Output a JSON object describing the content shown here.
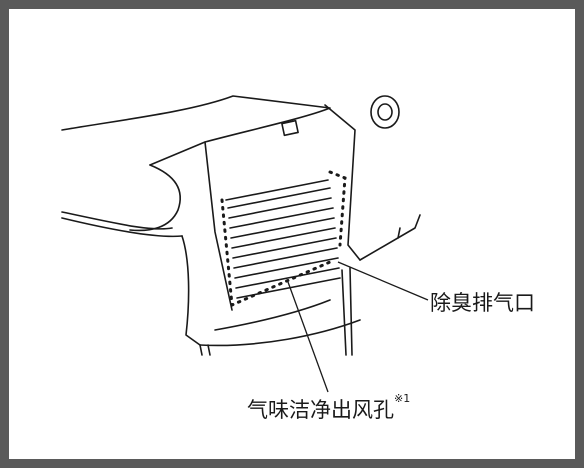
{
  "callouts": {
    "deodorize_exhaust": "除臭排气口",
    "odor_outlet": "气味洁净出风孔",
    "odor_outlet_note": "※1"
  },
  "colors": {
    "frame": "#5a5a5a",
    "line": "#1a1a1a"
  }
}
